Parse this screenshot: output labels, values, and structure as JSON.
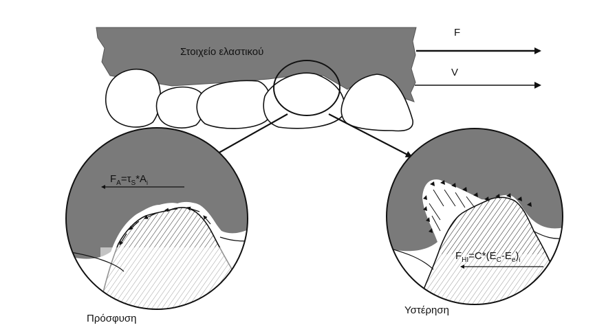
{
  "diagram": {
    "title": "Στοιχείο ελαστικού",
    "force_label": "F",
    "velocity_label": "V",
    "adhesion": {
      "formula_main": "F",
      "formula_sub_a": "A",
      "formula_eq": "=τ",
      "formula_sub_s": "S",
      "formula_star": "*A",
      "formula_sub_i": "i",
      "caption": "Πρόσφυση"
    },
    "hysteresis": {
      "formula_main": "F",
      "formula_sub_hi": "HI",
      "formula_eq": "=C*(E",
      "formula_sub_c": "C",
      "formula_dash": "-E",
      "formula_sub_e": "e",
      "formula_close": ")",
      "formula_sub_i": "i",
      "caption": "Υστέρηση"
    },
    "colors": {
      "rubber": "#7a7a7a",
      "stroke": "#111111",
      "background": "#ffffff"
    }
  }
}
